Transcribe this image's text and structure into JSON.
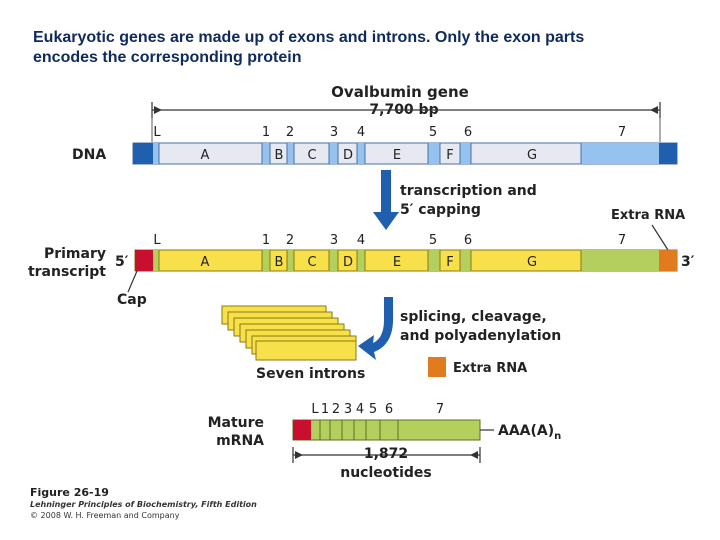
{
  "heading": {
    "line1": "Eukaryotic genes are made up of exons and introns. Only the exon parts",
    "line2": "encodes the corresponding protein"
  },
  "gene": {
    "title": "Ovalbumin gene",
    "length": "7,700 bp"
  },
  "rows": {
    "dna_label": "DNA",
    "primary_label_1": "Primary",
    "primary_label_2": "transcript",
    "mature_label_1": "Mature",
    "mature_label_2": "mRNA"
  },
  "exon_numbers": [
    "L",
    "1",
    "2",
    "3",
    "4",
    "5",
    "6",
    "7"
  ],
  "intron_letters": [
    "A",
    "B",
    "C",
    "D",
    "E",
    "F",
    "G"
  ],
  "mature_exon_numbers": [
    "L",
    "1",
    "2",
    "3",
    "4",
    "5",
    "6",
    "7"
  ],
  "steps": {
    "transcription_1": "transcription and",
    "transcription_2": "5′ capping",
    "splicing_1": "splicing, cleavage,",
    "splicing_2": "and polyadenylation"
  },
  "annotations": {
    "extra_rna_top": "Extra RNA",
    "five_prime": "5′",
    "three_prime": "3′",
    "cap": "Cap",
    "seven_introns": "Seven introns",
    "extra_rna_bottom": "Extra RNA",
    "poly_a": "AAA(A)",
    "poly_a_sub": "n",
    "mrna_length_1": "1,872",
    "mrna_length_2": "nucleotides"
  },
  "credit": {
    "figure": "Figure 26-19",
    "book": "Lehninger Principles of Biochemistry, Fifth Edition",
    "copyright": "© 2008 W. H. Freeman and Company"
  },
  "colors": {
    "exon_dna": "#1f5fae",
    "intron_dna": "#e6e9f2",
    "flank_dna": "#95c2ee",
    "exon_rna": "#b5cf5e",
    "intron_rna": "#f7e04a",
    "cap": "#c8102e",
    "extra_rna": "#e07b20",
    "arrow": "#1f5fae"
  }
}
